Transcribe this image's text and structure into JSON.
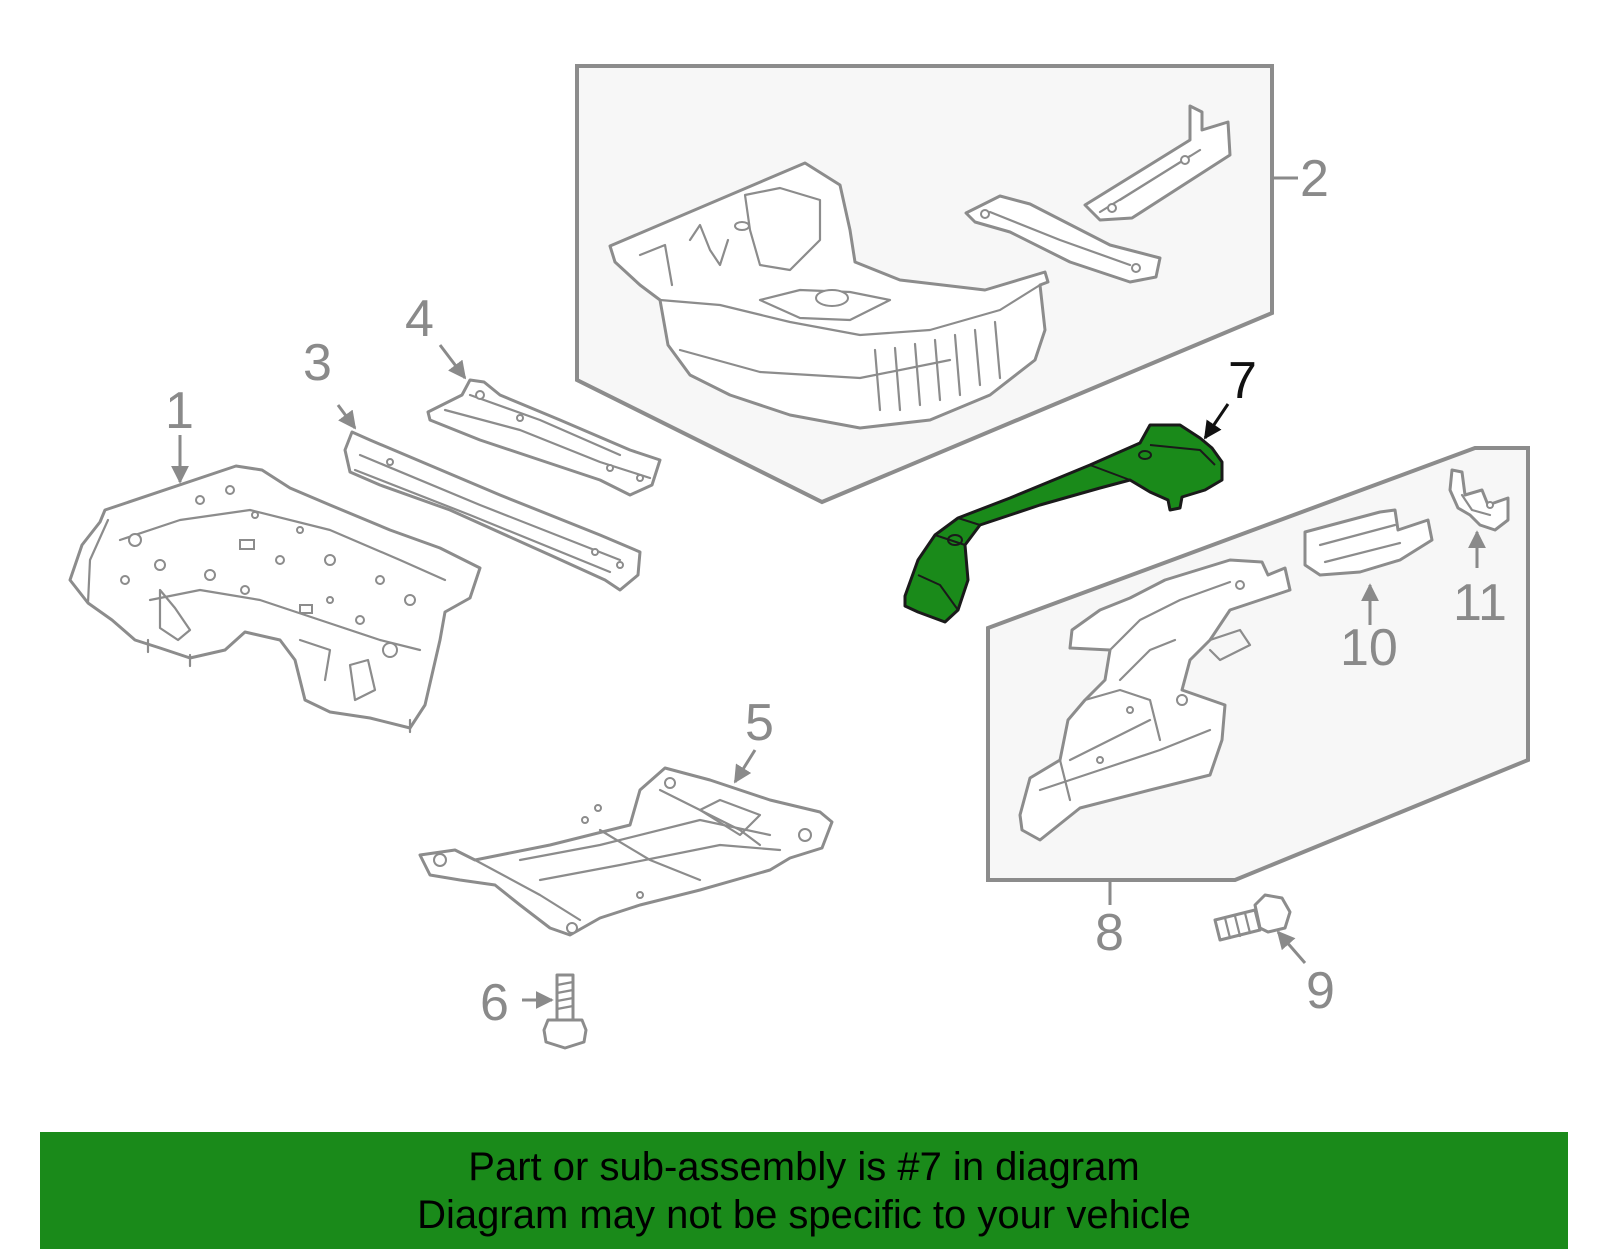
{
  "callouts": [
    "1",
    "2",
    "3",
    "4",
    "5",
    "6",
    "7",
    "8",
    "9",
    "10",
    "11"
  ],
  "highlighted_callout": "7",
  "colors": {
    "highlight": "#1a8a1a",
    "banner": "#1a8a1a",
    "line_art": "#8c8c8c",
    "box_fill": "#f7f7f7"
  },
  "banner": {
    "line1": "Part or sub-assembly is #7 in diagram",
    "line2": "Diagram may not be specific to your vehicle"
  }
}
